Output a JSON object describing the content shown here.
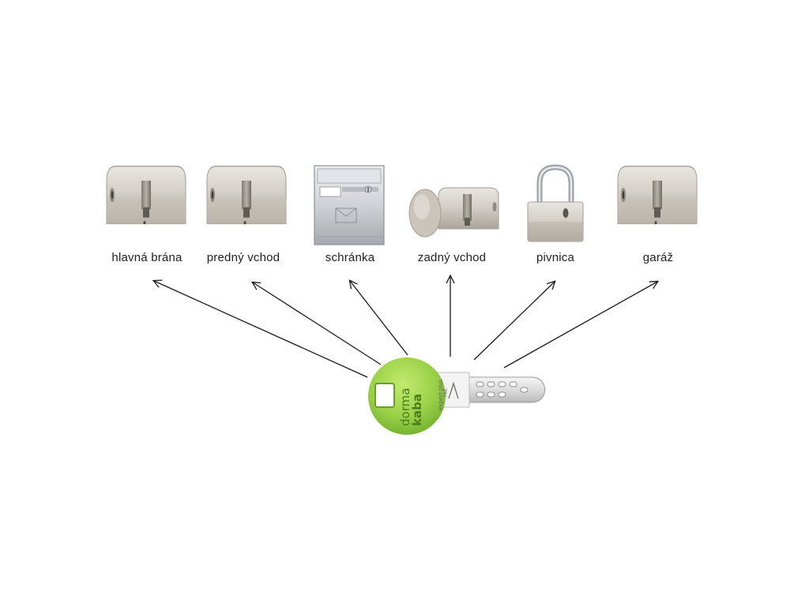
{
  "items": [
    {
      "label": "hlavná brána",
      "icon": "euro-cylinder-lock-icon"
    },
    {
      "label": "predný vchod",
      "icon": "euro-cylinder-lock-icon"
    },
    {
      "label": "schránka",
      "icon": "mailbox-icon"
    },
    {
      "label": "zadný vchod",
      "icon": "thumbturn-cylinder-lock-icon"
    },
    {
      "label": "pivnica",
      "icon": "padlock-icon"
    },
    {
      "label": "garáž",
      "icon": "euro-cylinder-lock-icon"
    }
  ],
  "key": {
    "icon": "key-icon",
    "brand_line1": "dorma",
    "brand_line2": "kaba",
    "brand_suffix": "kaba",
    "model": "expert plus",
    "pat": "PAT."
  },
  "colors": {
    "key_green": "#8cc63f",
    "key_green_light": "#b6e06a",
    "metal": "#c9c4bc",
    "arrow": "#1a1a1a"
  }
}
